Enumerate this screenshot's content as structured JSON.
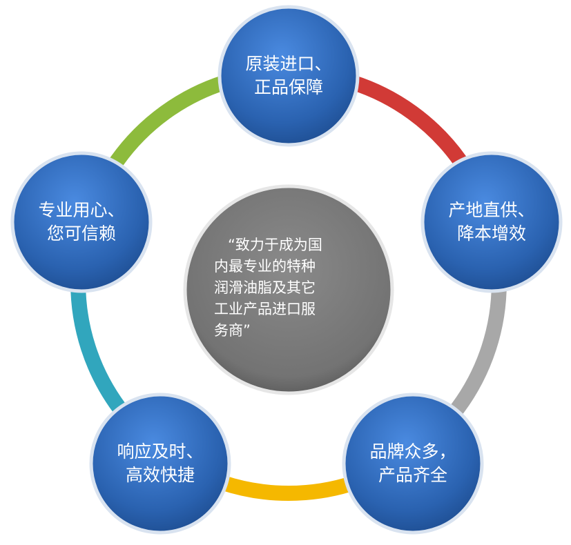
{
  "center": {
    "lines": [
      "“致力于成为国",
      "内最专业的特种",
      "润滑油脂及其它",
      "工业产品进口服",
      "务商”"
    ]
  },
  "nodes": [
    {
      "lines": [
        "原装进口、",
        "正品保障"
      ]
    },
    {
      "lines": [
        "产地直供、",
        "降本增效"
      ]
    },
    {
      "lines": [
        "品牌众多，",
        "产品齐全"
      ]
    },
    {
      "lines": [
        "响应及时、",
        "高效快捷"
      ]
    },
    {
      "lines": [
        "专业用心、",
        "您可信赖"
      ]
    }
  ],
  "colors": {
    "ring_red": "#d13a36",
    "ring_gray": "#a8a8a8",
    "ring_yellow": "#f5b800",
    "ring_teal": "#31a6bd",
    "ring_green": "#8dbb3c",
    "node_blue": "#2a62b0",
    "center_gray": "#7a7a7a"
  }
}
